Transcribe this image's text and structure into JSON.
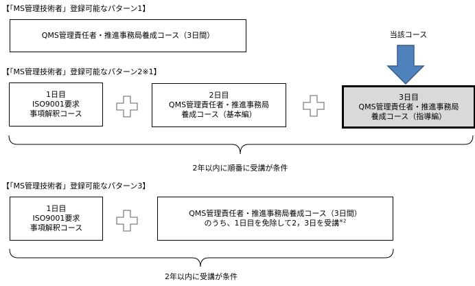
{
  "pattern1": {
    "heading": "【「MS管理技術者」登録可能なパターン1】",
    "box": "QMS管理責任者・推進事務局養成コース（3日間）"
  },
  "current_course_label": "当該コース",
  "pattern2": {
    "heading": "【「MS管理技術者」登録可能なパターン2※1】",
    "box1": [
      "1日目",
      "ISO9001要求",
      "事項解釈コース"
    ],
    "box2": [
      "2日目",
      "QMS管理責任者・推進事務局",
      "養成コース（基本編）"
    ],
    "box3": [
      "3日目",
      "QMS管理責任者・推進事務局",
      "養成コース（指導編）"
    ],
    "condition": "2年以内に順番に受講が条件"
  },
  "pattern3": {
    "heading": "【「MS管理技術者」登録可能なパターン3】",
    "box1": [
      "1日目",
      "ISO9001要求",
      "事項解釈コース"
    ],
    "box2_line1": "QMS管理責任者・推進事務局養成コース（3日間）",
    "box2_line2": "のうち、1日目を免除して2，3日を受講",
    "box2_note": "※2",
    "condition": "2年以内に受講が条件"
  },
  "colors": {
    "arrow": "#4f81bd",
    "arrow_border": "#385d8a",
    "highlight_fill": "#d9d9d9",
    "plus_fill": "#ffffff",
    "plus_border": "#7f7f7f"
  }
}
